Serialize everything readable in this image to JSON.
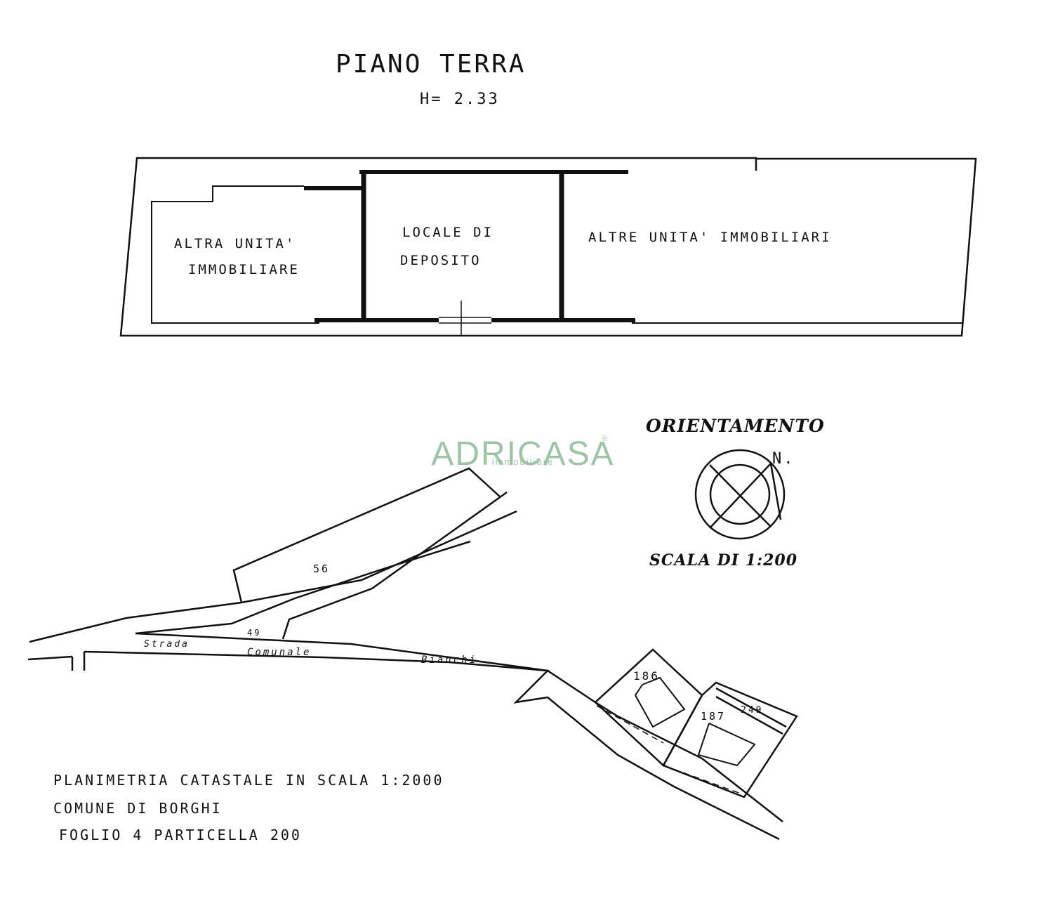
{
  "floor_plan": {
    "title": "PIANO TERRA",
    "height_note": "H= 2.33",
    "rooms": [
      {
        "line1": "ALTRA UNITA'",
        "line2": "IMMOBILIARE"
      },
      {
        "line1": "LOCALE DI",
        "line2": "DEPOSITO"
      },
      {
        "line1": "ALTRE UNITA' IMMOBILIARI",
        "line2": ""
      }
    ]
  },
  "watermark": {
    "brand": "ADRICASA",
    "sub": "immobiliare",
    "mark": "®",
    "color": "#7fb08a"
  },
  "orientation": {
    "title": "ORIENTAMENTO",
    "north_label": "N.",
    "scale": "SCALA DI 1:200"
  },
  "site_map": {
    "parcels": {
      "p56": "56",
      "p49": "49",
      "p186": "186",
      "p187": "187",
      "p249": "249"
    },
    "road": {
      "w1": "Strada",
      "w2": "Comunale",
      "w3": "Bianchi"
    }
  },
  "caption": {
    "line1": "PLANIMETRIA CATASTALE IN SCALA 1:2000",
    "line2": "COMUNE DI BORGHI",
    "line3": "FOGLIO 4 PARTICELLA 200"
  }
}
